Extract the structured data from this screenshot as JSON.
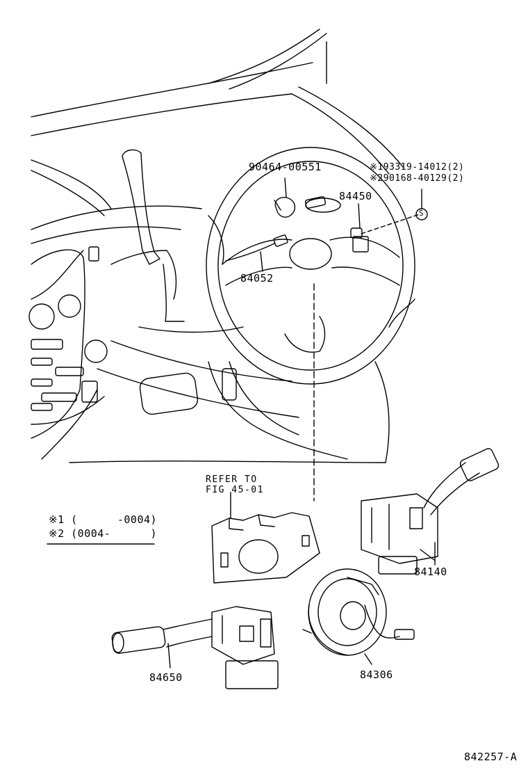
{
  "diagram": {
    "parts": [
      {
        "id": "p90464",
        "number": "90464-00551"
      },
      {
        "id": "p84450",
        "number": "84450"
      },
      {
        "id": "p84052",
        "number": "84052"
      },
      {
        "id": "p84140",
        "number": "84140"
      },
      {
        "id": "p84306",
        "number": "84306"
      },
      {
        "id": "p84650",
        "number": "84650"
      }
    ],
    "screws": [
      {
        "number": "※193319-14012",
        "qty": "(2)"
      },
      {
        "number": "※290168-40129",
        "qty": "(2)"
      }
    ],
    "screw_marker": "S",
    "refer": {
      "line1": "REFER TO",
      "line2": "FIG 45-01"
    },
    "notes": [
      {
        "mark": "※1",
        "range": "(      -0004)"
      },
      {
        "mark": "※2",
        "range": "(0004-      )"
      }
    ],
    "figure_id": "842257-A"
  }
}
